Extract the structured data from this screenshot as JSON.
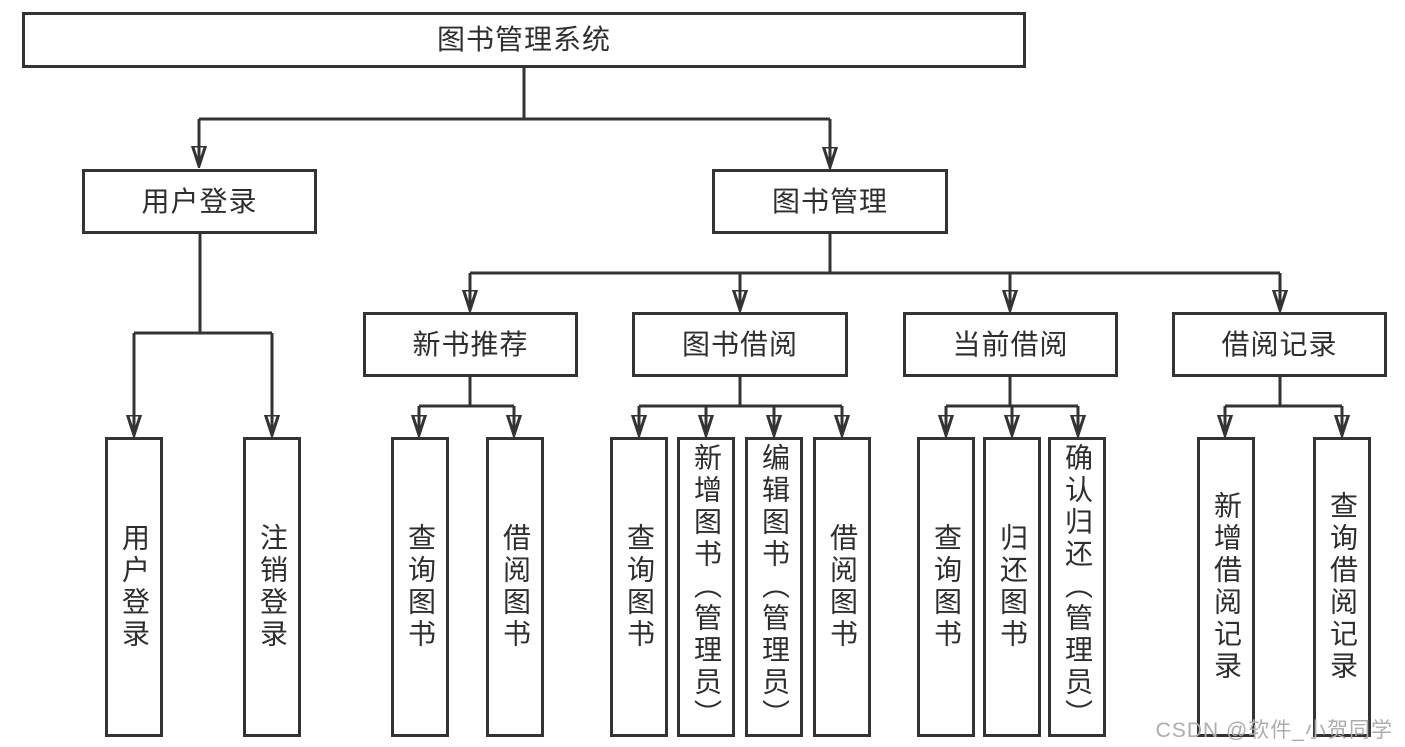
{
  "tree": {
    "root": {
      "label": "图书管理系统"
    },
    "branches": [
      {
        "label": "用户登录",
        "children": [
          {
            "label": "用户登录"
          },
          {
            "label": "注销登录"
          }
        ]
      },
      {
        "label": "图书管理",
        "children": [
          {
            "label": "新书推荐",
            "children": [
              {
                "label": "查询图书"
              },
              {
                "label": "借阅图书"
              }
            ]
          },
          {
            "label": "图书借阅",
            "children": [
              {
                "label": "查询图书"
              },
              {
                "label": "新增图书（管理员）"
              },
              {
                "label": "编辑图书（管理员）"
              },
              {
                "label": "借阅图书"
              }
            ]
          },
          {
            "label": "当前借阅",
            "children": [
              {
                "label": "查询图书"
              },
              {
                "label": "归还图书"
              },
              {
                "label": "确认归还（管理员）"
              }
            ]
          },
          {
            "label": "借阅记录",
            "children": [
              {
                "label": "新增借阅记录"
              },
              {
                "label": "查询借阅记录"
              }
            ]
          }
        ]
      }
    ]
  },
  "watermark": {
    "text": "CSDN @软件_小贺同学"
  },
  "colors": {
    "line": "#333333",
    "text": "#2e2e2e",
    "box_background": "#ffffff",
    "page_background": "#ffffff",
    "watermark": "#adadad"
  }
}
